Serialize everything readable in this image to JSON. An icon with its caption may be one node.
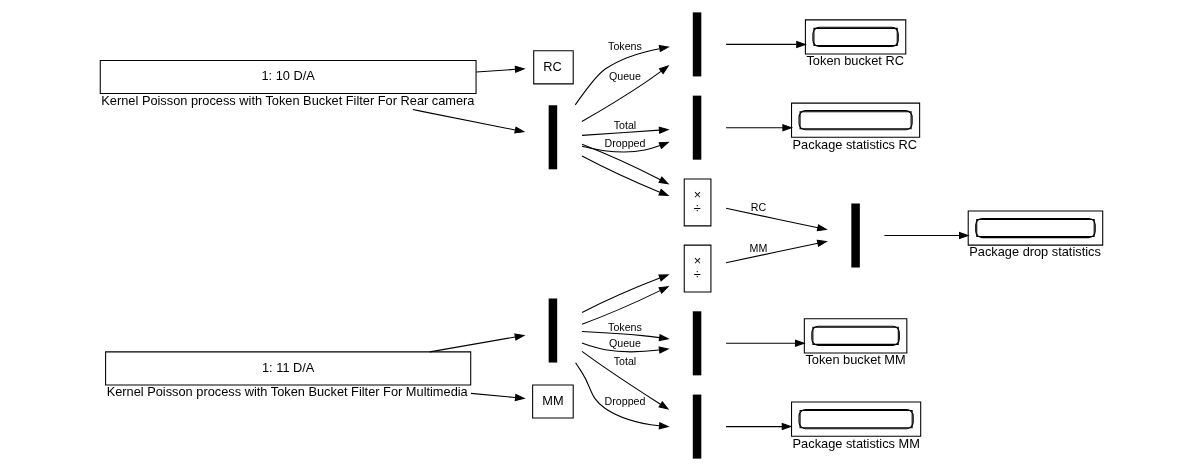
{
  "diagram": {
    "nodes": [
      {
        "text": [
          "1: 10 D/A"
        ],
        "beside": [
          "Kernel Poisson process with Token Bucket Filter For Rear camera"
        ]
      },
      {
        "text": [
          "RC"
        ]
      },
      {
        "text": [],
        "shape": "bar"
      },
      {
        "text": [],
        "shape": "bar"
      },
      {
        "text": [],
        "shape": "box",
        "beside": [
          "Token bucket RC"
        ]
      },
      {
        "text": [],
        "shape": "bar"
      },
      {
        "text": [],
        "shape": "box",
        "beside": [
          "Package statistics RC"
        ]
      },
      {
        "text": [
          "×",
          "÷"
        ]
      },
      {
        "text": [
          "1: 11 D/A"
        ],
        "beside": [
          "Kernel Poisson process with Token Bucket Filter For Multimedia"
        ]
      },
      {
        "text": [
          "MM"
        ]
      },
      {
        "text": [],
        "shape": "bar"
      },
      {
        "text": [],
        "shape": "bar"
      },
      {
        "text": [],
        "shape": "box",
        "beside": [
          "Token bucket MM"
        ]
      },
      {
        "text": [],
        "shape": "bar"
      },
      {
        "text": [],
        "shape": "box",
        "beside": [
          "Package statistics MM"
        ]
      },
      {
        "text": [
          "×",
          "÷"
        ]
      },
      {
        "text": [],
        "shape": "bar"
      },
      {
        "text": [],
        "shape": "box",
        "beside": [
          "Package drop statistics"
        ]
      }
    ],
    "edges": [
      {
        "from": 0,
        "to": 1,
        "arrow": "to"
      },
      {
        "from": 0,
        "to": 2,
        "arrow": "to"
      },
      {
        "from": 2,
        "to": 3,
        "arrow": "to",
        "label": "Tokens"
      },
      {
        "from": 2,
        "to": 3,
        "arrow": "to",
        "label": "Queue"
      },
      {
        "from": 2,
        "to": 5,
        "arrow": "to",
        "label": "Total"
      },
      {
        "from": 2,
        "to": 5,
        "arrow": "to",
        "label": "Dropped"
      },
      {
        "from": 3,
        "to": 4,
        "arrow": "to"
      },
      {
        "from": 5,
        "to": 6,
        "arrow": "to"
      },
      {
        "from": 2,
        "to": 7,
        "arrow": "to"
      },
      {
        "from": 2,
        "to": 7,
        "arrow": "to"
      },
      {
        "from": 8,
        "to": 9,
        "arrow": "to"
      },
      {
        "from": 8,
        "to": 10,
        "arrow": "to"
      },
      {
        "from": 10,
        "to": 11,
        "arrow": "to",
        "label": "Tokens"
      },
      {
        "from": 10,
        "to": 11,
        "arrow": "to",
        "label": "Queue"
      },
      {
        "from": 10,
        "to": 13,
        "arrow": "to",
        "label": "Total"
      },
      {
        "from": 10,
        "to": 13,
        "arrow": "to",
        "label": "Dropped"
      },
      {
        "from": 11,
        "to": 12,
        "arrow": "to"
      },
      {
        "from": 13,
        "to": 14,
        "arrow": "to"
      },
      {
        "from": 10,
        "to": 15,
        "arrow": "to"
      },
      {
        "from": 10,
        "to": 15,
        "arrow": "to"
      },
      {
        "from": 7,
        "to": 16,
        "arrow": "to",
        "label": "RC"
      },
      {
        "from": 15,
        "to": 16,
        "arrow": "to",
        "label": "MM"
      },
      {
        "from": 16,
        "to": 17,
        "arrow": "to"
      }
    ]
  }
}
